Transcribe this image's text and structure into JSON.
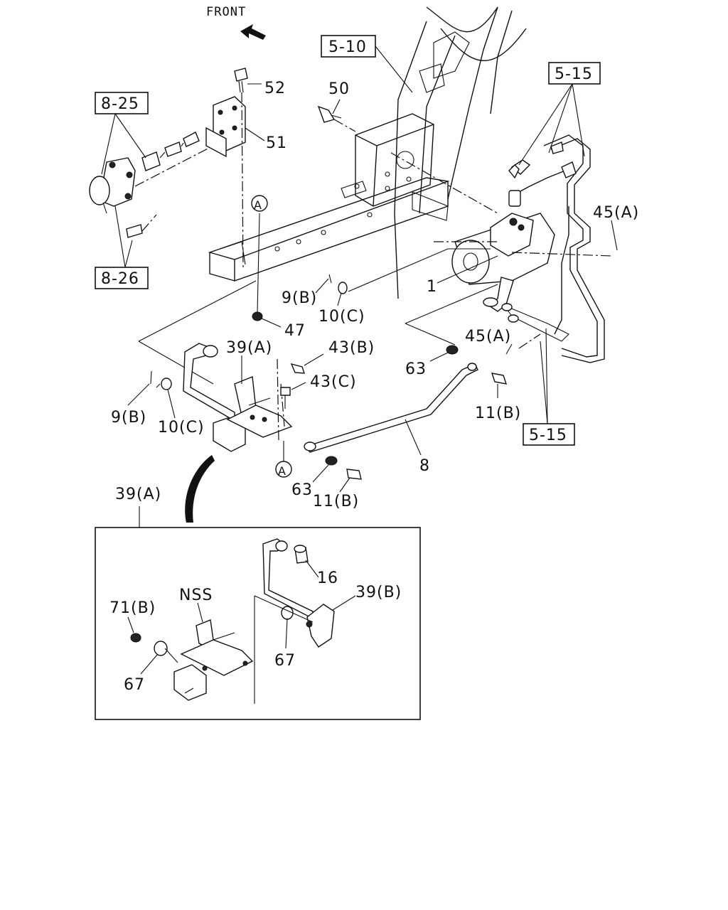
{
  "header": {
    "front_label": "FRONT"
  },
  "boxed_refs": {
    "ref_5_10": "5-10",
    "ref_5_15_top": "5-15",
    "ref_5_15_bottom": "5-15",
    "ref_8_25": "8-25",
    "ref_8_26": "8-26"
  },
  "callouts": {
    "c52": "52",
    "c51": "51",
    "c50": "50",
    "c45a_top": "45(A)",
    "c45a_mid": "45(A)",
    "c1": "1",
    "c9b_top": "9(B)",
    "c10c_top": "10(C)",
    "c47": "47",
    "c39a": "39(A)",
    "c43b": "43(B)",
    "c43c": "43(C)",
    "c63_right": "63",
    "c11b_right": "11(B)",
    "c9b_left": "9(B)",
    "c10c_left": "10(C)",
    "c63_mid": "63",
    "c11b_mid": "11(B)",
    "c8": "8",
    "circle_a_top": "A",
    "circle_a_bottom": "A"
  },
  "detail": {
    "title": "39(A)",
    "c16": "16",
    "c39b": "39(B)",
    "c71b": "71(B)",
    "nss": "NSS",
    "c67_left": "67",
    "c67_right": "67"
  }
}
